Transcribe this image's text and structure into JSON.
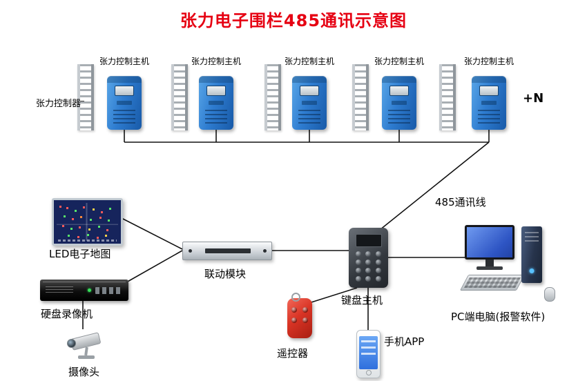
{
  "title": "张力电子围栏485通讯示意图",
  "colors": {
    "title": "#e60012",
    "controller_blue": "#2e7cd0",
    "line": "#000000",
    "remote_red": "#d93425"
  },
  "fence_row": {
    "left_label": "张力控制器",
    "more_suffix": "+N",
    "bus_line_label": "485通讯线",
    "units": [
      {
        "label": "张力控制主机"
      },
      {
        "label": "张力控制主机"
      },
      {
        "label": "张力控制主机"
      },
      {
        "label": "张力控制主机"
      },
      {
        "label": "张力控制主机"
      }
    ]
  },
  "devices": {
    "led_map": {
      "label": "LED电子地图"
    },
    "linkage_module": {
      "label": "联动模块"
    },
    "dvr": {
      "label": "硬盘录像机"
    },
    "camera": {
      "label": "摄像头"
    },
    "keypad_host": {
      "label": "键盘主机"
    },
    "pc": {
      "label": "PC端电脑(报警软件)"
    },
    "remote": {
      "label": "遥控器"
    },
    "phone_app": {
      "label": "手机APP"
    }
  }
}
